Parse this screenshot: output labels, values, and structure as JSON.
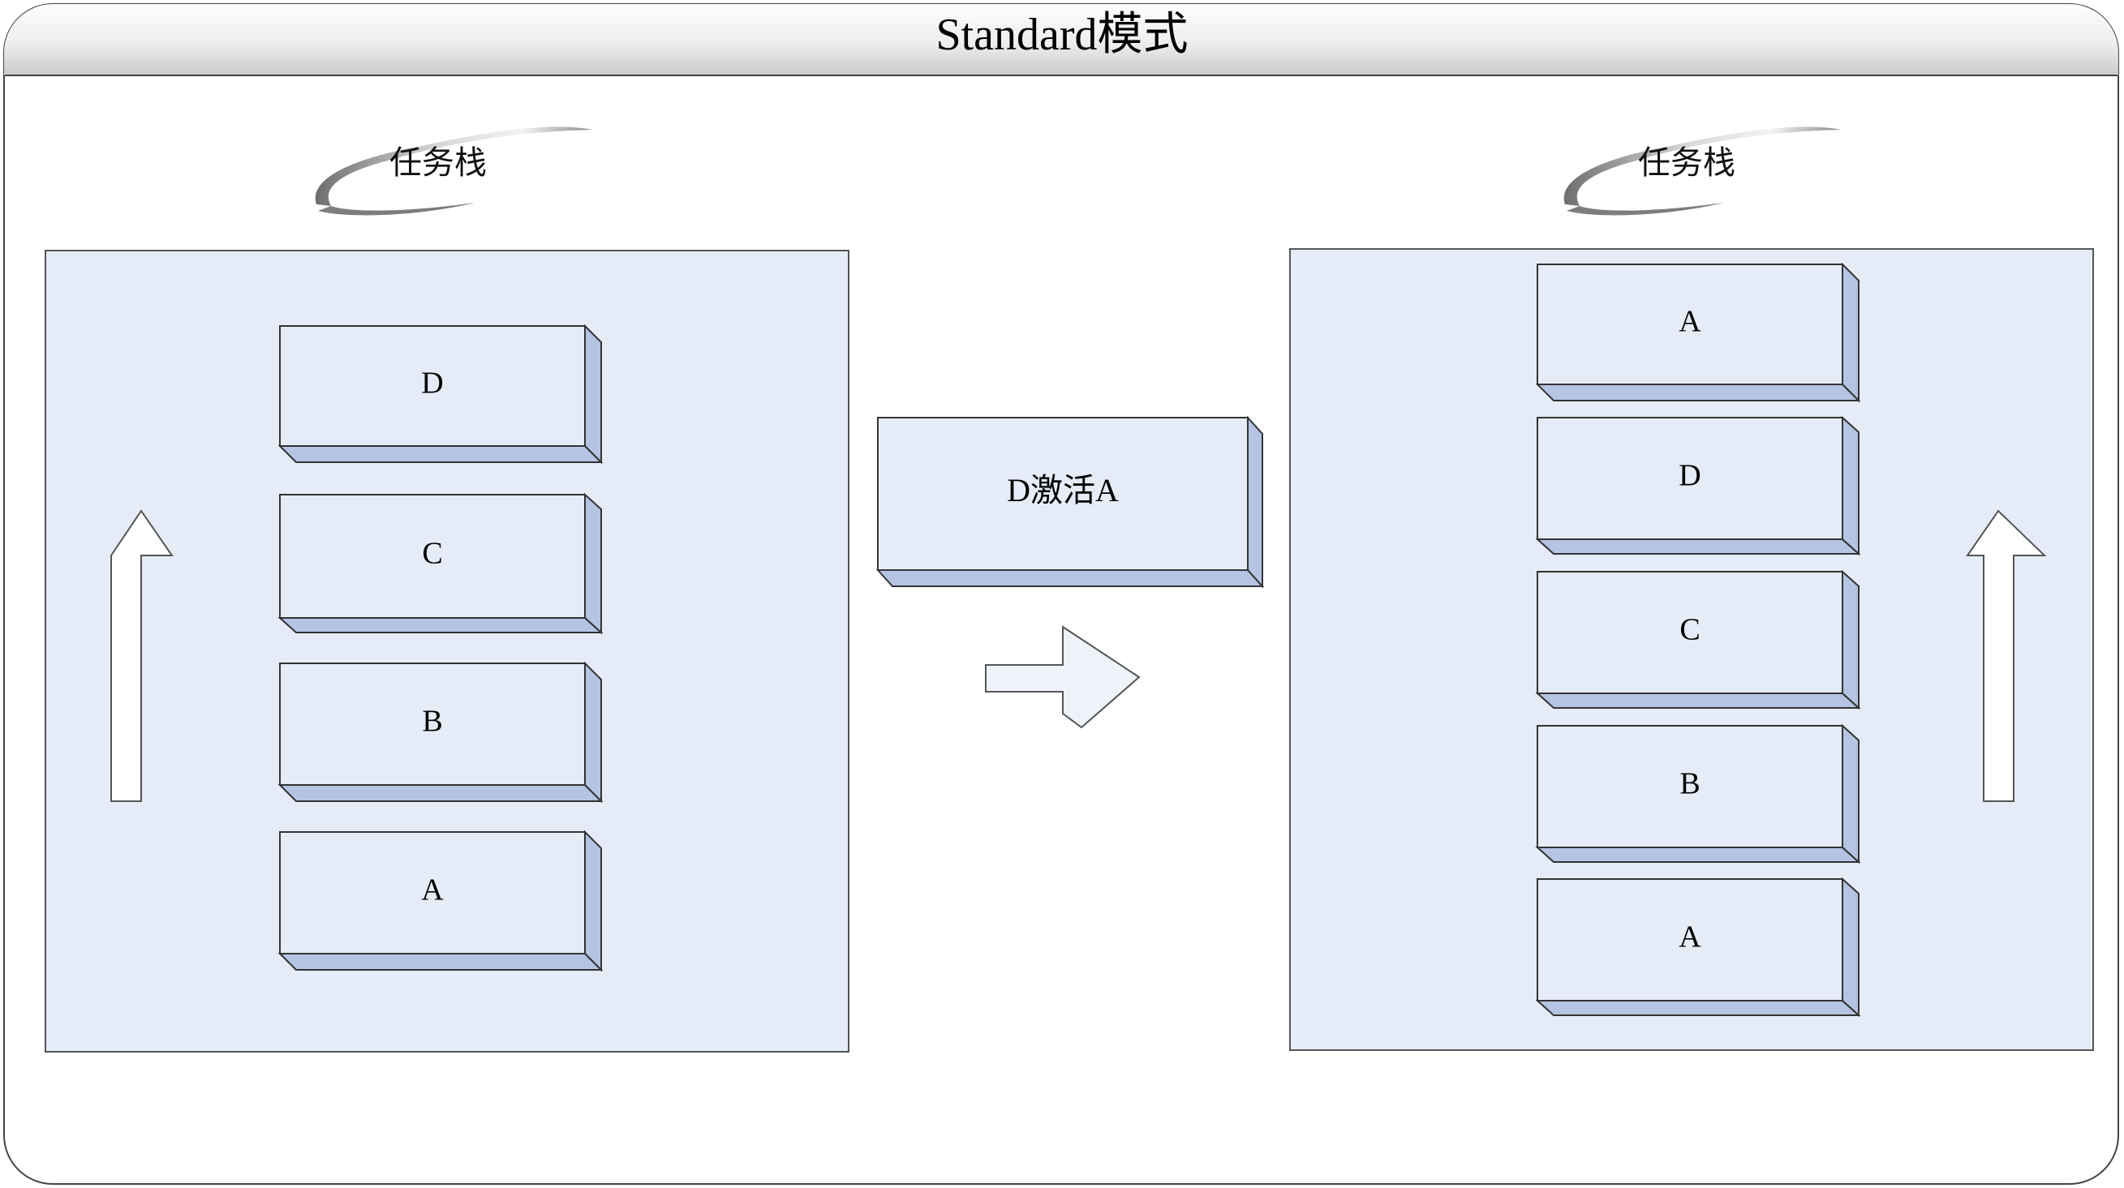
{
  "title": "Standard模式",
  "colors": {
    "panel_fill": "#e6ecf7",
    "box_fill": "#e6ecf7",
    "box_shade": "#b4c4e2",
    "arrow_fill": "#ffffff",
    "outline": "#333333"
  },
  "left_panel": {
    "label": "任务栈",
    "stack": [
      "D",
      "C",
      "B",
      "A"
    ]
  },
  "transition": {
    "label": "D激活A"
  },
  "right_panel": {
    "label": "任务栈",
    "stack": [
      "A",
      "D",
      "C",
      "B",
      "A"
    ]
  }
}
